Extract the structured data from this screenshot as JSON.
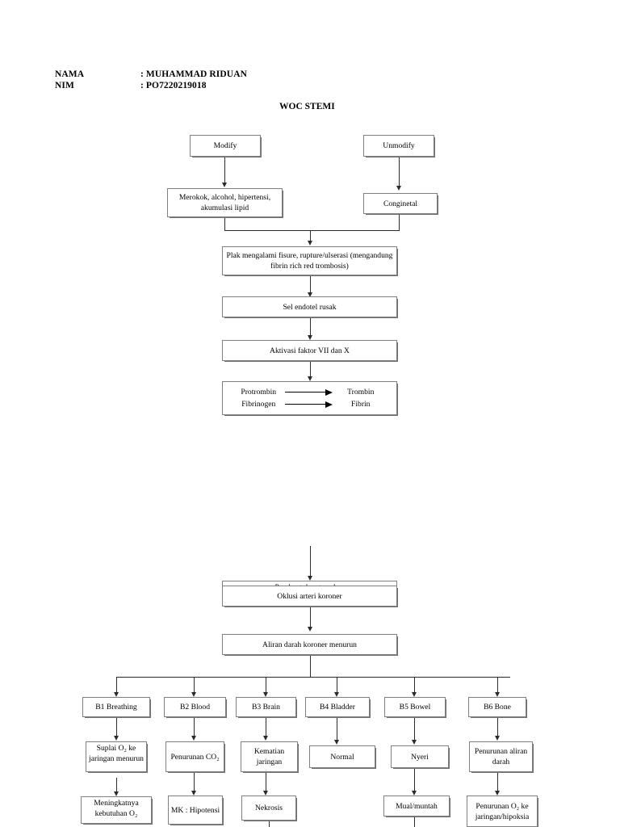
{
  "header": {
    "nama_label": "NAMA",
    "nama_value": ": MUHAMMAD RIDUAN",
    "nim_label": "NIM",
    "nim_value": ": PO7220219018",
    "title": "WOC STEMI"
  },
  "colors": {
    "page_background": "#ffffff",
    "box_border": "#808080",
    "connector": "#2b2b2b",
    "text": "#000000"
  },
  "flow": {
    "modify": "Modify",
    "unmodify": "Unmodify",
    "risk_factors": "Merokok, alcohol, hipertensi, akumulasi lipid",
    "conginetal": "Conginetal",
    "plak": "Plak mengalami fisure, rupture/ulserasi (mengandung fibrin rich red trombosis)",
    "sel_endotel": "Sel endotel rusak",
    "aktivasi": "Aktivasi faktor VII dan X",
    "coag": {
      "left_top": "Protrombin",
      "right_top": "Trombin",
      "left_bottom": "Fibrinogen",
      "right_bottom": "Fibrin"
    },
    "pembentukan_trombus": "Pembentukan trombus",
    "oklusi": "Oklusi arteri koroner",
    "aliran_darah": "Aliran darah koroner menurun"
  },
  "branches": [
    {
      "id": "b1",
      "head": "B1 Breathing",
      "level2": "Suplai O₂ ke jaringan menurun",
      "level3": "Meningkatnya kebutuhan O₂"
    },
    {
      "id": "b2",
      "head": "B2 Blood",
      "level2": "Penurunan CO₂",
      "level3": "MK : Hipotensi"
    },
    {
      "id": "b3",
      "head": "B3 Brain",
      "level2": "Kematian jaringan",
      "level3": "Nekrosis"
    },
    {
      "id": "b4",
      "head": "B4 Bladder",
      "level2": "Normal",
      "level3": ""
    },
    {
      "id": "b5",
      "head": "B5 Bowel",
      "level2": "Nyeri",
      "level3": "Mual/muntah"
    },
    {
      "id": "b6",
      "head": "B6 Bone",
      "level2": "Penurunan aliran darah",
      "level3": "Penurunan O₂ ke jaringan/hipoksia"
    }
  ]
}
